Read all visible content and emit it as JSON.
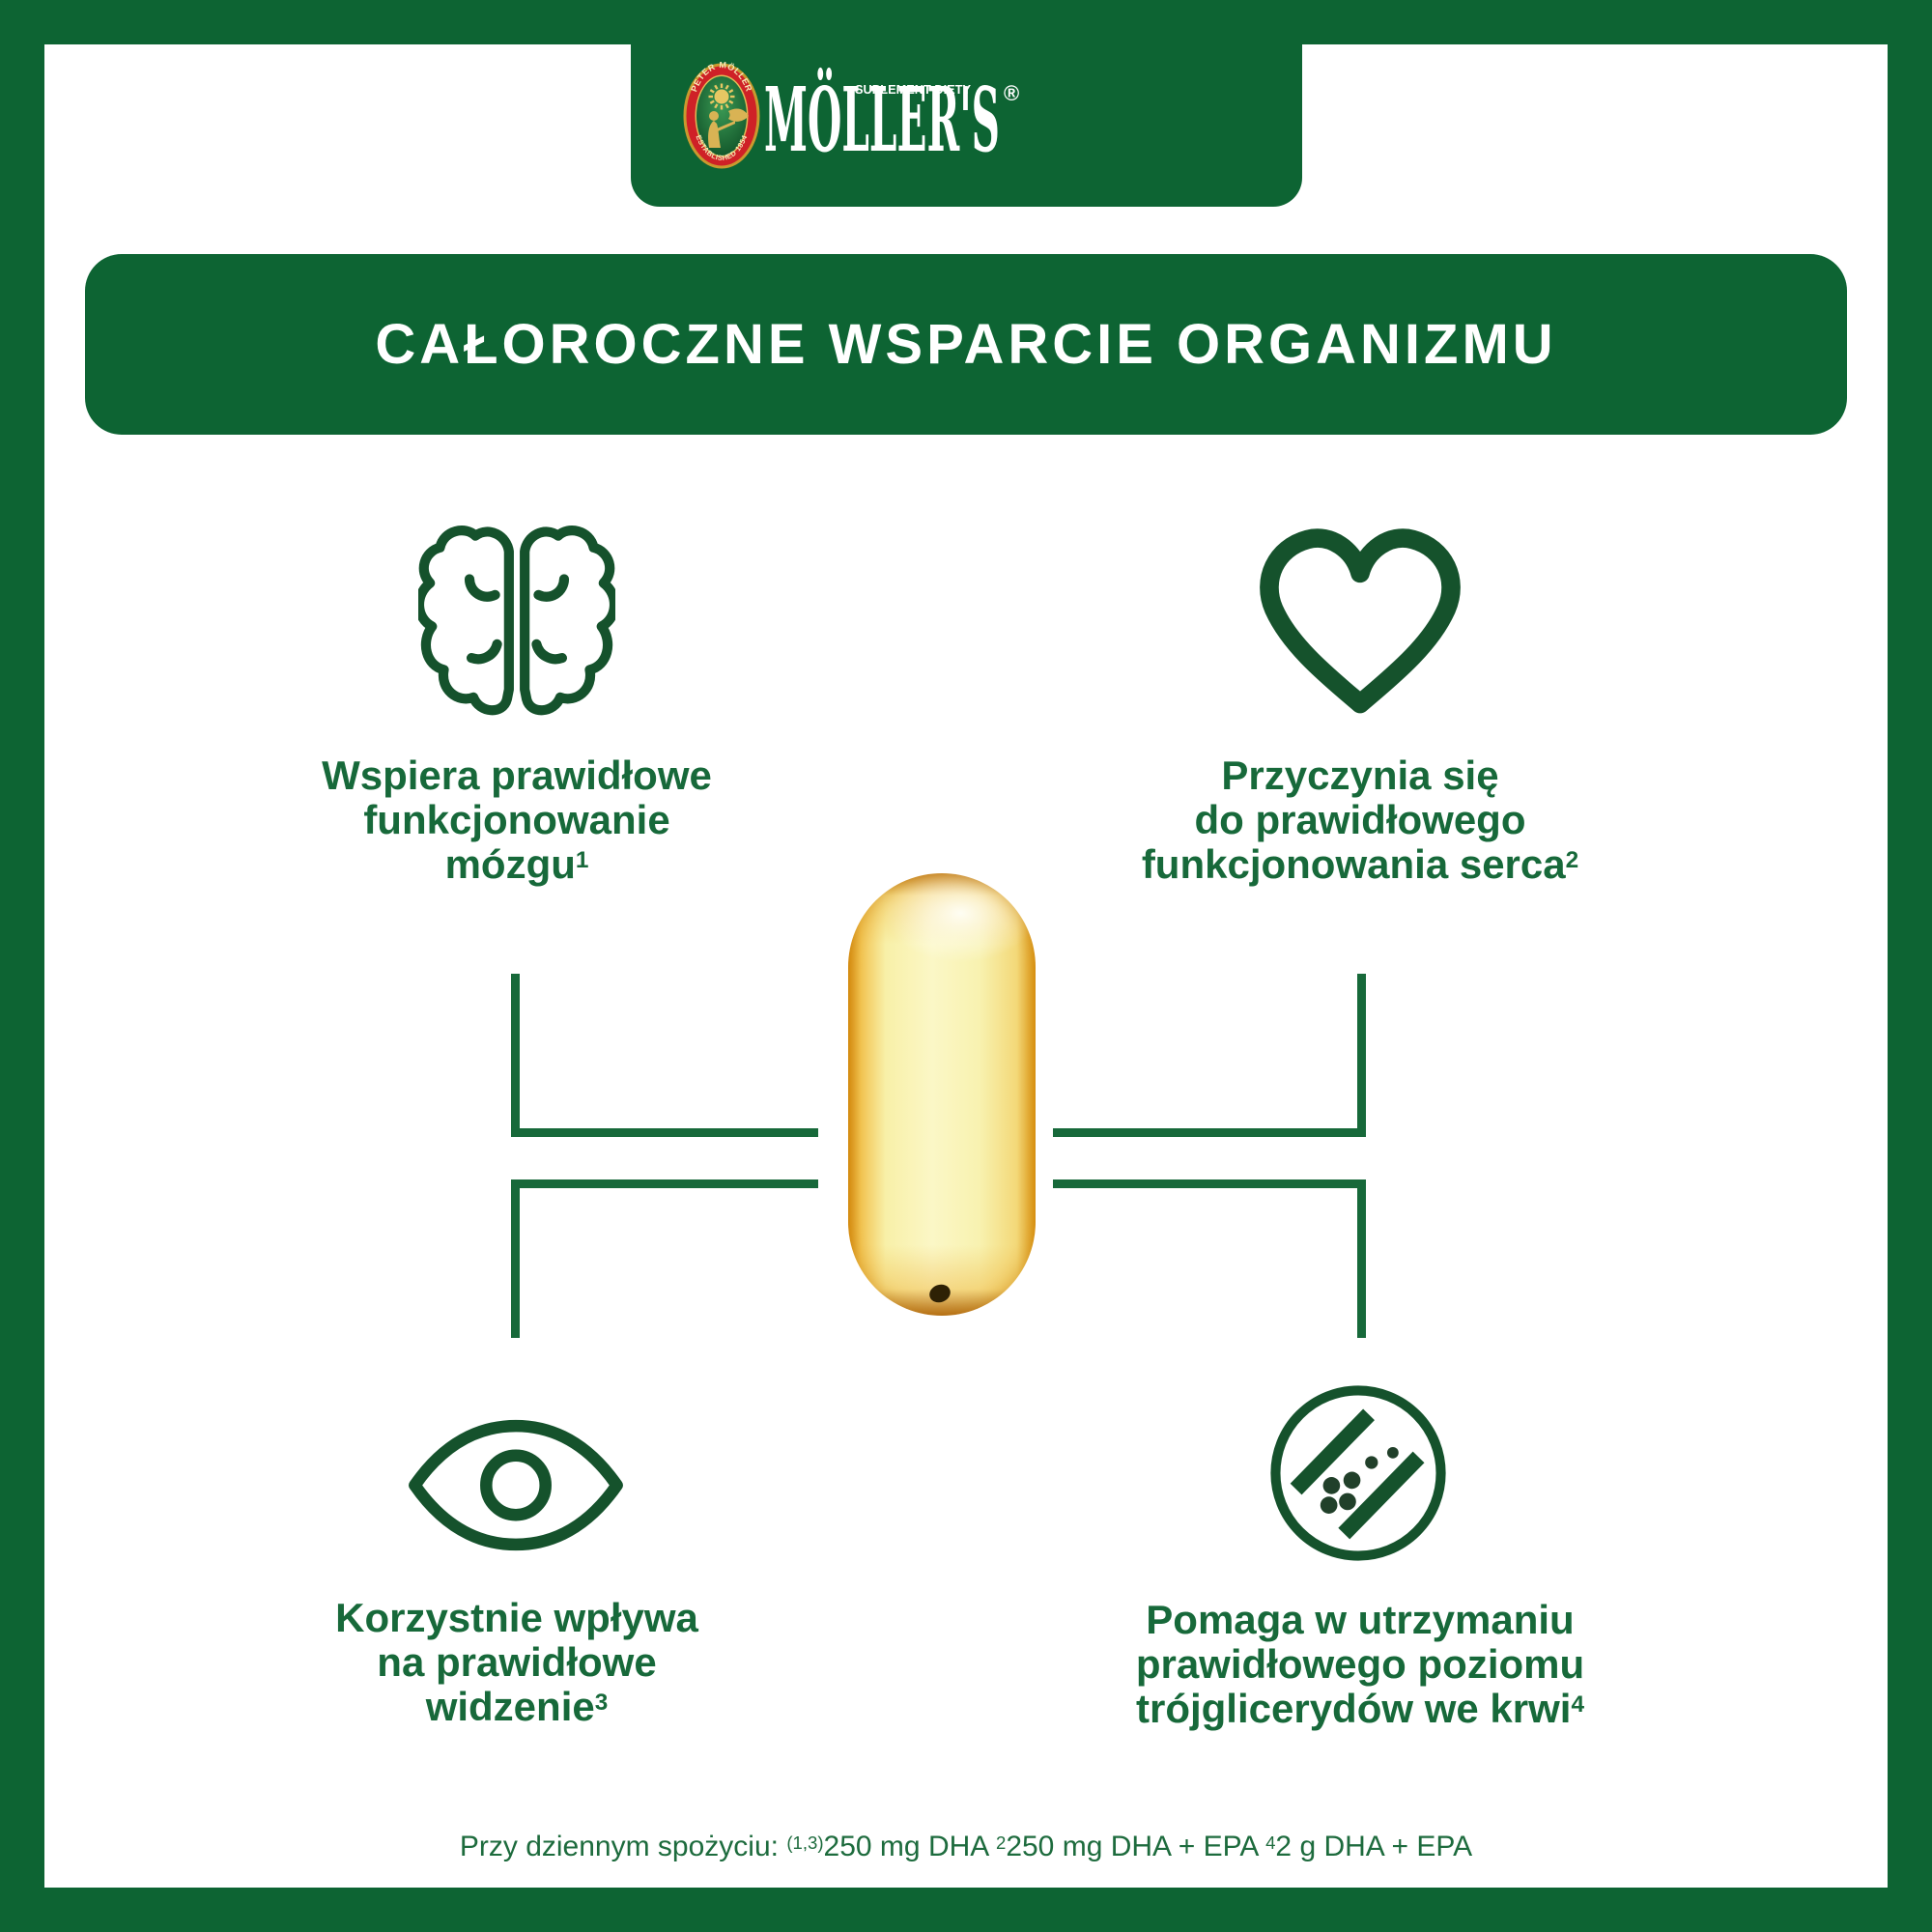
{
  "brand": {
    "wordmark": "MÖLLER'S",
    "registered": "®",
    "tagline": "SUPLEMENT DIETY",
    "badge": {
      "top_text": "PETER MÖLLER",
      "bottom_text": "ESTABLISHED 1854"
    }
  },
  "banner": {
    "title": "CAŁOROCZNE WSPARCIE ORGANIZMU"
  },
  "benefits": [
    {
      "icon": "brain-icon",
      "lines": [
        "Wspiera prawidłowe",
        "funkcjonowanie",
        "mózgu"
      ],
      "sup": "1"
    },
    {
      "icon": "heart-icon",
      "lines": [
        "Przyczynia się",
        "do prawidłowego",
        "funkcjonowania serca"
      ],
      "sup": "2"
    },
    {
      "icon": "eye-icon",
      "lines": [
        "Korzystnie wpływa",
        "na prawidłowe",
        "widzenie"
      ],
      "sup": "3"
    },
    {
      "icon": "blood-triglycerides-icon",
      "lines": [
        "Pomaga w utrzymaniu",
        "prawidłowego poziomu",
        "trójglicerydów we krwi"
      ],
      "sup": "4"
    }
  ],
  "capsule": {
    "description": "omega-3 softgel capsule"
  },
  "footnote": {
    "prefix": "Przy dziennym spożyciu: ",
    "sup1": "(1,3)",
    "seg1": "250 mg DHA ",
    "sup2": "2",
    "seg2": "250 mg DHA + EPA ",
    "sup3": "4",
    "seg3": "2 g DHA + EPA"
  },
  "colors": {
    "brand_green": "#0d6433",
    "icon_green": "#15522c",
    "text_green": "#17693a",
    "capsule_gold": "#e9a81f",
    "badge_red": "#ce2127",
    "badge_gold": "#d9b354"
  }
}
